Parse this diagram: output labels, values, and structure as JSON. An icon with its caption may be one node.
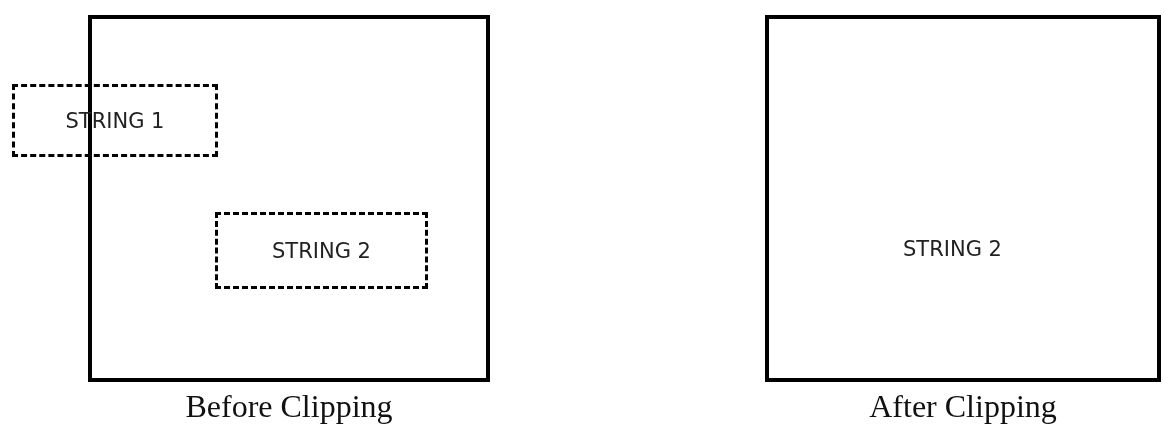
{
  "diagram": {
    "nodes": [
      {
        "text": [
          "Before Clipping"
        ]
      },
      {
        "text": [
          "STRING 1"
        ]
      },
      {
        "text": [
          "STRING 2"
        ],
        "in": 0
      },
      {
        "text": [
          "STRING 2",
          "After Clipping"
        ]
      }
    ]
  }
}
